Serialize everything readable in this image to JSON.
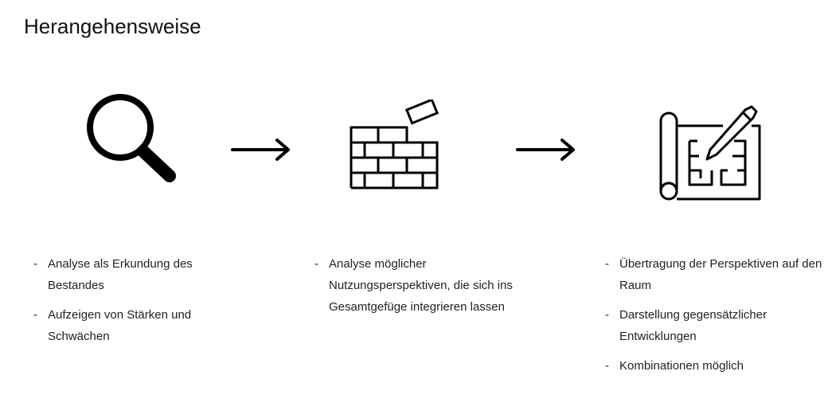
{
  "title": "Herangehensweise",
  "steps": [
    {
      "icon": "magnifying-glass-icon",
      "bullets": [
        "Analyse als Erkundung des Bestandes",
        "Aufzeigen von Stärken und Schwächen"
      ]
    },
    {
      "icon": "brick-wall-icon",
      "bullets": [
        "Analyse möglicher Nutzungsperspektiven, die sich ins Gesamtgefüge integrieren lassen"
      ]
    },
    {
      "icon": "blueprint-pencil-icon",
      "bullets": [
        "Übertragung der Perspektiven auf den Raum",
        "Darstellung gegensätzlicher Entwicklungen",
        "Kombinationen möglich"
      ]
    }
  ],
  "bullet_marker": "-"
}
